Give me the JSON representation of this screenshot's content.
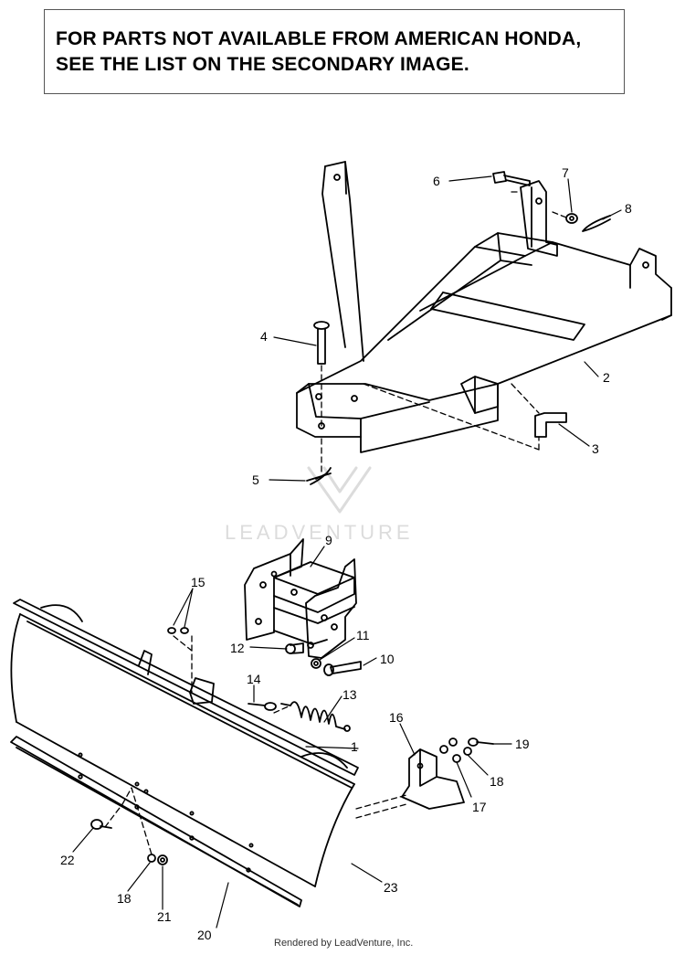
{
  "notice": {
    "line1": "FOR PARTS NOT AVAILABLE FROM AMERICAN HONDA,",
    "line2": "SEE THE LIST ON THE SECONDARY IMAGE."
  },
  "watermark": "LEADVENTURE",
  "footer": "Rendered by LeadVenture, Inc.",
  "callouts": [
    "1",
    "2",
    "3",
    "4",
    "5",
    "6",
    "7",
    "8",
    "9",
    "10",
    "11",
    "12",
    "13",
    "14",
    "15",
    "16",
    "17",
    "18",
    "18",
    "19",
    "20",
    "21",
    "22",
    "23"
  ]
}
